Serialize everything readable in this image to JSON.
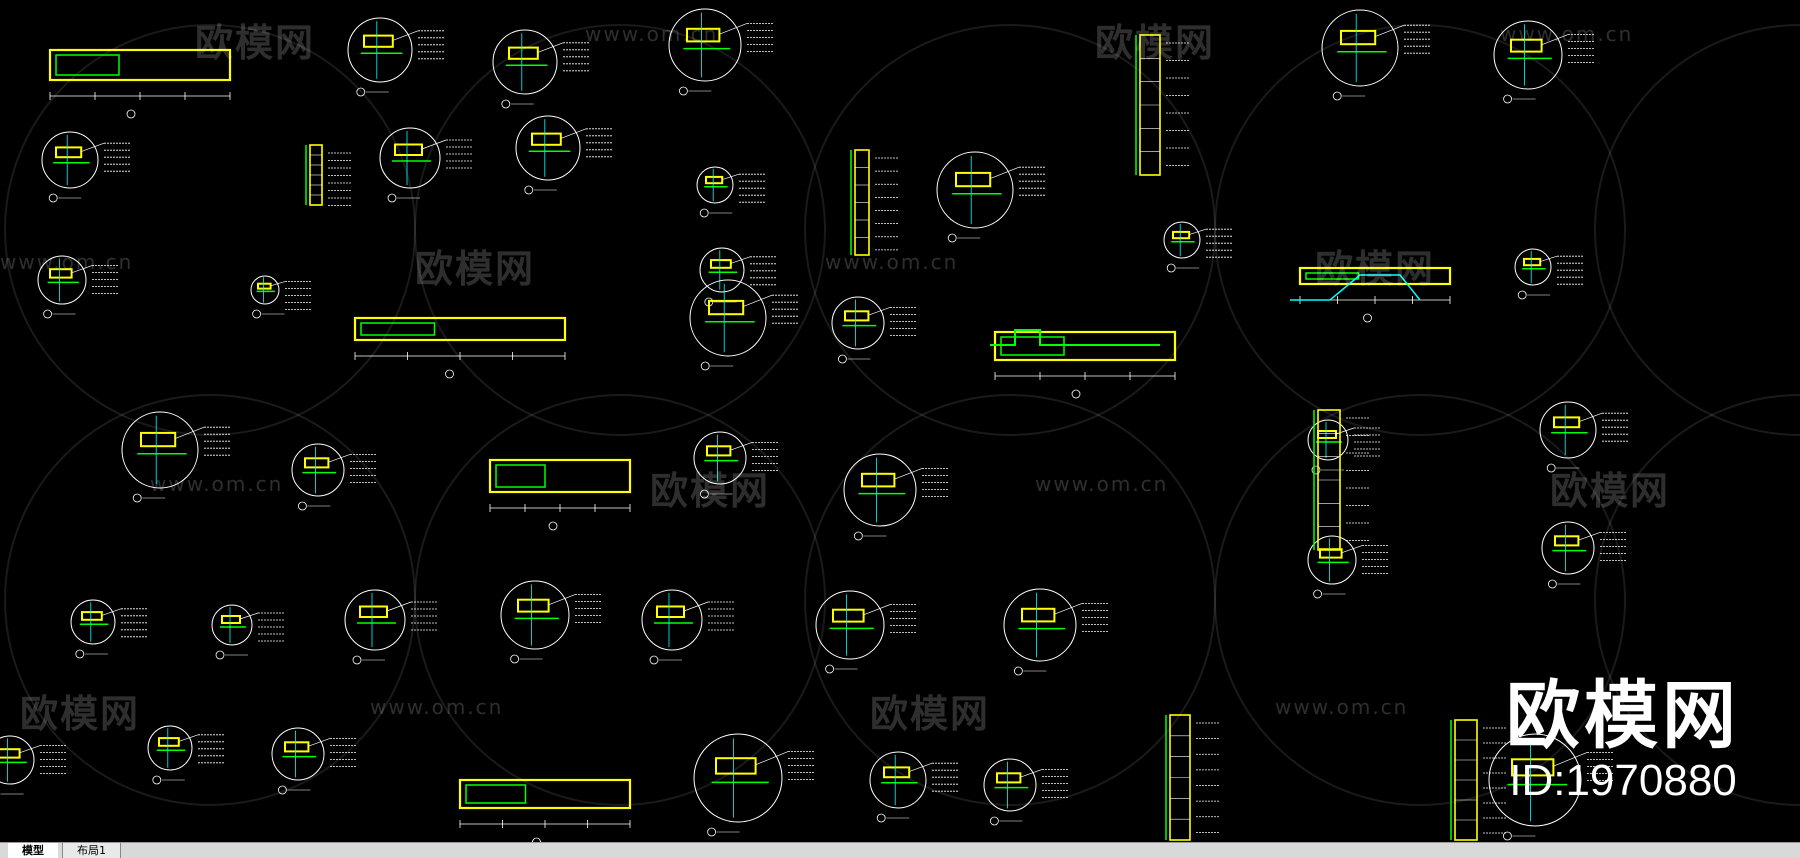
{
  "watermark": {
    "url": "www.om.cn",
    "brand": "欧模网"
  },
  "badge": {
    "brand": "欧模网",
    "id": "ID:1970880"
  },
  "tabs": [
    {
      "label": "模型",
      "active": true
    },
    {
      "label": "布局1",
      "active": false
    }
  ],
  "colors": {
    "background": "#000000",
    "line_yellow": "#ffff00",
    "line_green": "#00ff00",
    "line_white": "#ffffff",
    "line_cyan": "#00ffff"
  }
}
